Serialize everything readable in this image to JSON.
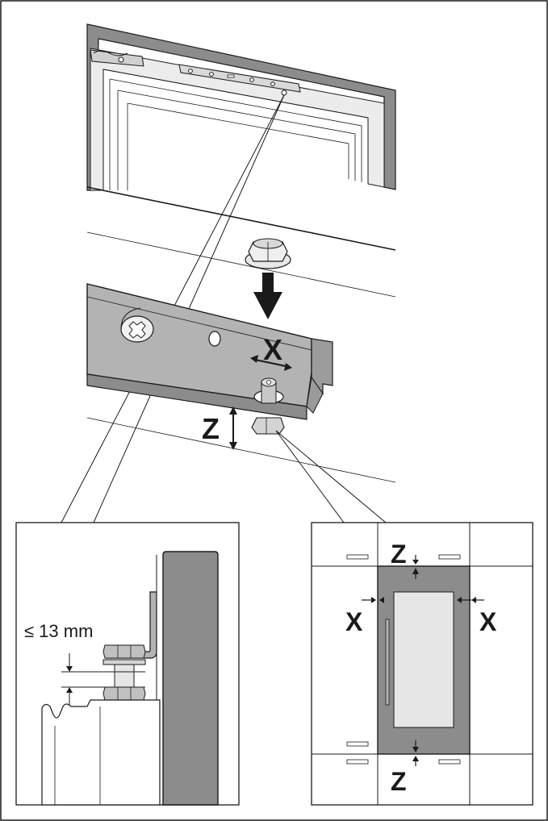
{
  "labels": {
    "main_x": "X",
    "main_z": "Z",
    "detail_measure": "≤ 13 mm",
    "right_z_top": "Z",
    "right_z_bottom": "Z",
    "right_x_left": "X",
    "right_x_right": "X"
  },
  "colors": {
    "frame_gray": "#8c8c8c",
    "metal_gray": "#b3b3b3",
    "dark_line": "#1a1a1a",
    "light_fill": "#e6e6e6",
    "background": "#ffffff"
  }
}
